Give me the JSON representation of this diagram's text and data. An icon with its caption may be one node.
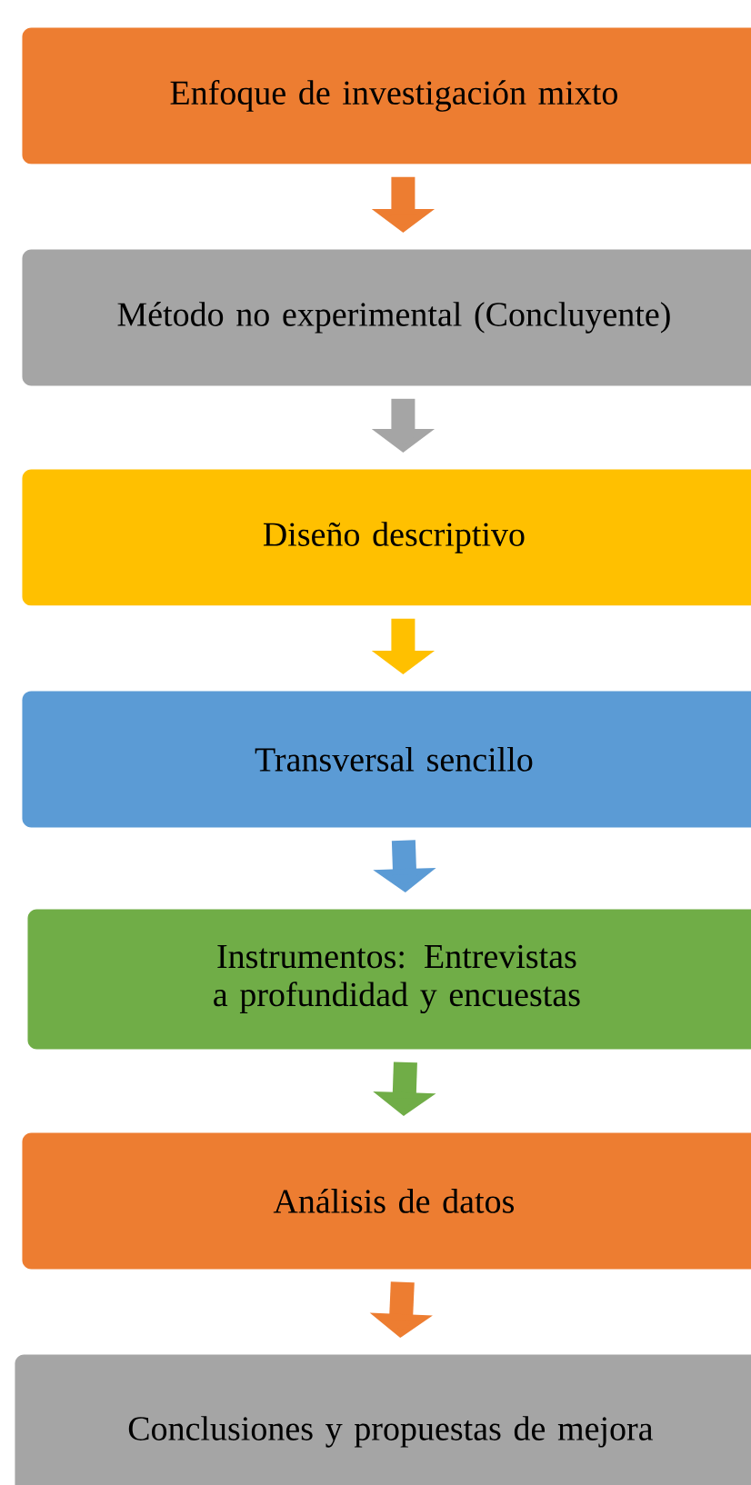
{
  "diagram": {
    "nodes": [
      {
        "text": [
          "Enfoque de investigación mixto"
        ]
      },
      {
        "text": [
          "Método no experimental (Concluyente)"
        ]
      },
      {
        "text": [
          "Diseño descriptivo"
        ]
      },
      {
        "text": [
          "Transversal sencillo"
        ]
      },
      {
        "text": [
          "Instrumentos: Entrevistas a profundidad y encuestas"
        ]
      },
      {
        "text": [
          "Análisis de datos"
        ]
      },
      {
        "text": [
          "Conclusiones y propuestas de mejora"
        ]
      }
    ],
    "edges": [
      {
        "from": 0,
        "to": 1,
        "arrow": "to",
        "color": "#ed7d31"
      },
      {
        "from": 1,
        "to": 2,
        "arrow": "to",
        "color": "#a5a5a5"
      },
      {
        "from": 2,
        "to": 3,
        "arrow": "to",
        "color": "#ffc000"
      },
      {
        "from": 3,
        "to": 4,
        "arrow": "to",
        "color": "#5b9bd5"
      },
      {
        "from": 4,
        "to": 5,
        "arrow": "to",
        "color": "#70ad47"
      },
      {
        "from": 5,
        "to": 6,
        "arrow": "to",
        "color": "#ed7d31"
      }
    ]
  }
}
